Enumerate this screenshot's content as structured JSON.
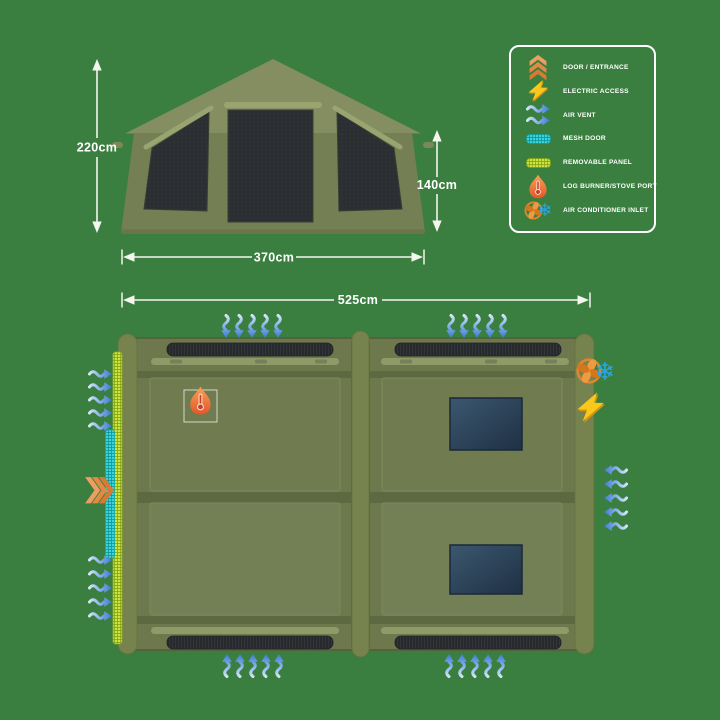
{
  "front_view": {
    "height_label": "220cm",
    "wall_height_label": "140cm",
    "width_label": "370cm"
  },
  "floor_plan": {
    "length_label": "525cm"
  },
  "legend": {
    "items": [
      {
        "icon": "door-entrance-icon",
        "label": "DOOR / ENTRANCE"
      },
      {
        "icon": "electric-access-icon",
        "label": "ELECTRIC ACCESS"
      },
      {
        "icon": "air-vent-icon",
        "label": "AIR VENT"
      },
      {
        "icon": "mesh-door-icon",
        "label": "MESH DOOR"
      },
      {
        "icon": "removable-panel-icon",
        "label": "REMOVABLE PANEL"
      },
      {
        "icon": "log-burner-icon",
        "label": "LOG BURNER/STOVE PORT"
      },
      {
        "icon": "ac-inlet-icon",
        "label": "AIR CONDITIONER INLET"
      }
    ]
  },
  "colors": {
    "background": "#3a7f3f",
    "tent_olive": "#747f53",
    "tent_roof": "#848e60",
    "panel_mesh_dark": "#2c2f32",
    "vent_blue": "#3b7ad4",
    "door_orange": "#e18a45",
    "electric_yellow": "#f8c81a",
    "mesh_door_cyan": "#3bd4da",
    "removable_panel_lime": "#cbe43f",
    "window_blue": "#30495e",
    "dimension_white": "#f3f5ee"
  }
}
